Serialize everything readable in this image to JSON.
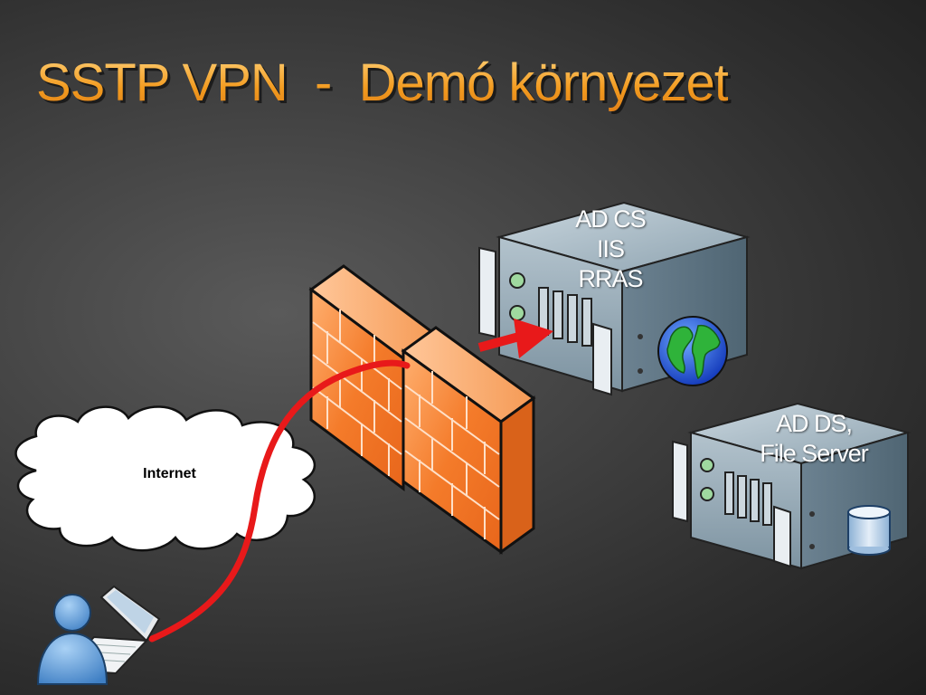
{
  "title": "SSTP VPN  -  Demó környezet",
  "servers": [
    {
      "lines": [
        "AD CS",
        "IIS",
        "RRAS"
      ],
      "icon": "globe-icon"
    },
    {
      "lines": [
        "AD DS,",
        "File Server"
      ],
      "icon": "database-icon"
    }
  ],
  "cloud_label": "Internet",
  "colors": {
    "title": "#f29a1e",
    "firewall": "#f47b2a",
    "connection": "#e8191a",
    "server_body": "#8fa4b2",
    "client": "#5b9bd5"
  }
}
